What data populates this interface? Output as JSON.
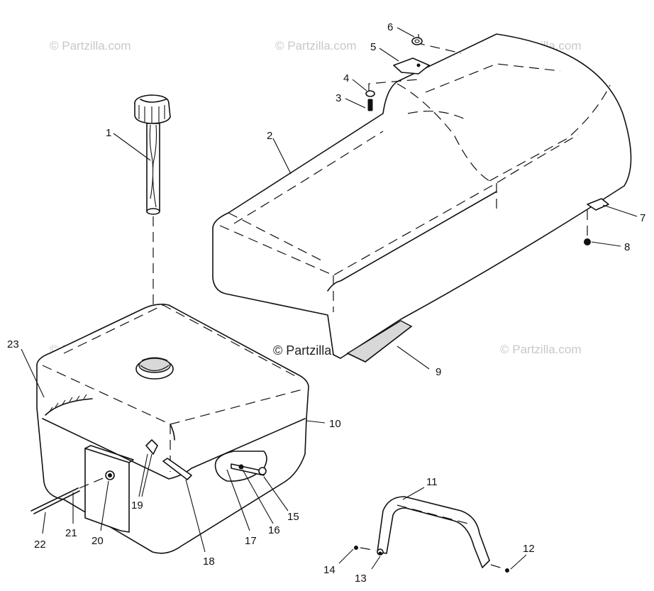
{
  "watermark": "© Partzilla.com",
  "callouts": {
    "c1": "1",
    "c2": "2",
    "c3": "3",
    "c4": "4",
    "c5": "5",
    "c6": "6",
    "c7": "7",
    "c8": "8",
    "c9": "9",
    "c10": "10",
    "c11": "11",
    "c12": "12",
    "c13": "13",
    "c14": "14",
    "c15": "15",
    "c16": "16",
    "c17": "17",
    "c18": "18",
    "c19": "19",
    "c20": "20",
    "c21": "21",
    "c22": "22",
    "c23": "23"
  }
}
